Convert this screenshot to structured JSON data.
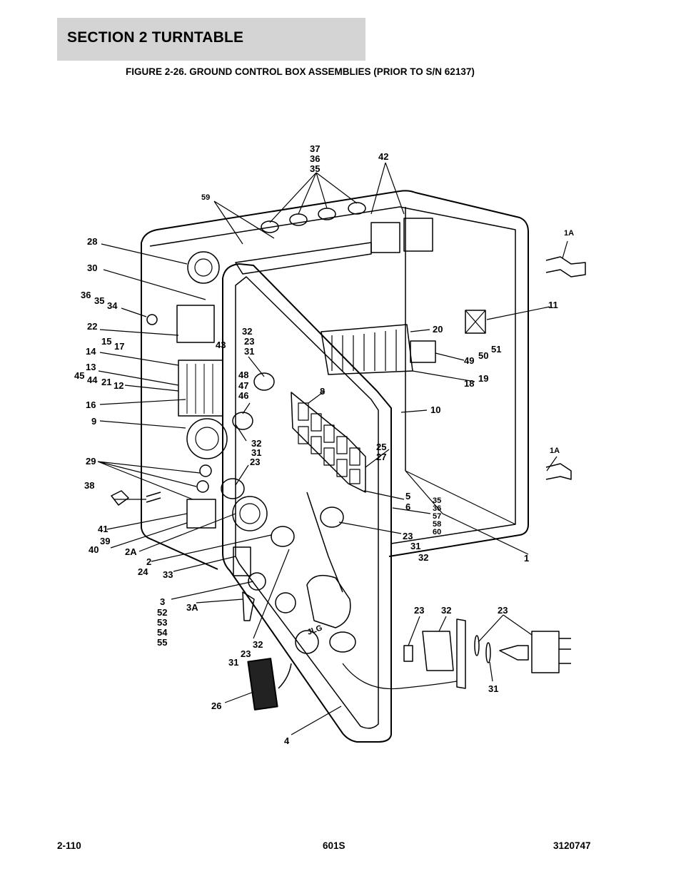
{
  "header": {
    "section_title": "SECTION 2   TURNTABLE",
    "figure_caption": "FIGURE 2-26. GROUND CONTROL BOX ASSEMBLIES (PRIOR TO S/N 62137)"
  },
  "diagram": {
    "callouts": {
      "c37": "37",
      "c36a": "36",
      "c35a": "35",
      "c42": "42",
      "c59": "59",
      "c1A_top": "1A",
      "c28": "28",
      "c30": "30",
      "c36b": "36",
      "c35b": "35",
      "c34": "34",
      "c22": "22",
      "c15": "15",
      "c17": "17",
      "c14": "14",
      "c13": "13",
      "c45": "45",
      "c44": "44",
      "c21": "21",
      "c12": "12",
      "c16": "16",
      "c9": "9",
      "c29": "29",
      "c38": "38",
      "c41": "41",
      "c39": "39",
      "c40": "40",
      "c2A": "2A",
      "c2": "2",
      "c24": "24",
      "c33": "33",
      "c3": "3",
      "c3A": "3A",
      "c52": "52",
      "c53": "53",
      "c54": "54",
      "c55": "55",
      "c32a": "32",
      "c23a": "23",
      "c31a": "31",
      "c43": "43",
      "c48": "48",
      "c47": "47",
      "c46": "46",
      "c8": "8",
      "c32b": "32",
      "c31b": "31",
      "c23b": "23",
      "c20": "20",
      "c11": "11",
      "c49": "49",
      "c50": "50",
      "c51": "51",
      "c18": "18",
      "c19": "19",
      "c10": "10",
      "c1A_mid": "1A",
      "c25": "25",
      "c27": "27",
      "c5": "5",
      "c6": "6",
      "c35c": "35",
      "c36c": "36",
      "c57": "57",
      "c58": "58",
      "c60": "60",
      "c23c": "23",
      "c31c": "31",
      "c32c": "32",
      "c1": "1",
      "c23d": "23",
      "c32d": "32",
      "c23e": "23",
      "c31d": "31",
      "c32e": "32",
      "c23f": "23",
      "c31e": "31",
      "c26": "26",
      "c4": "4"
    },
    "logo_text": "JLG"
  },
  "footer": {
    "page_number": "2-110",
    "model": "601S",
    "document_number": "3120747"
  }
}
